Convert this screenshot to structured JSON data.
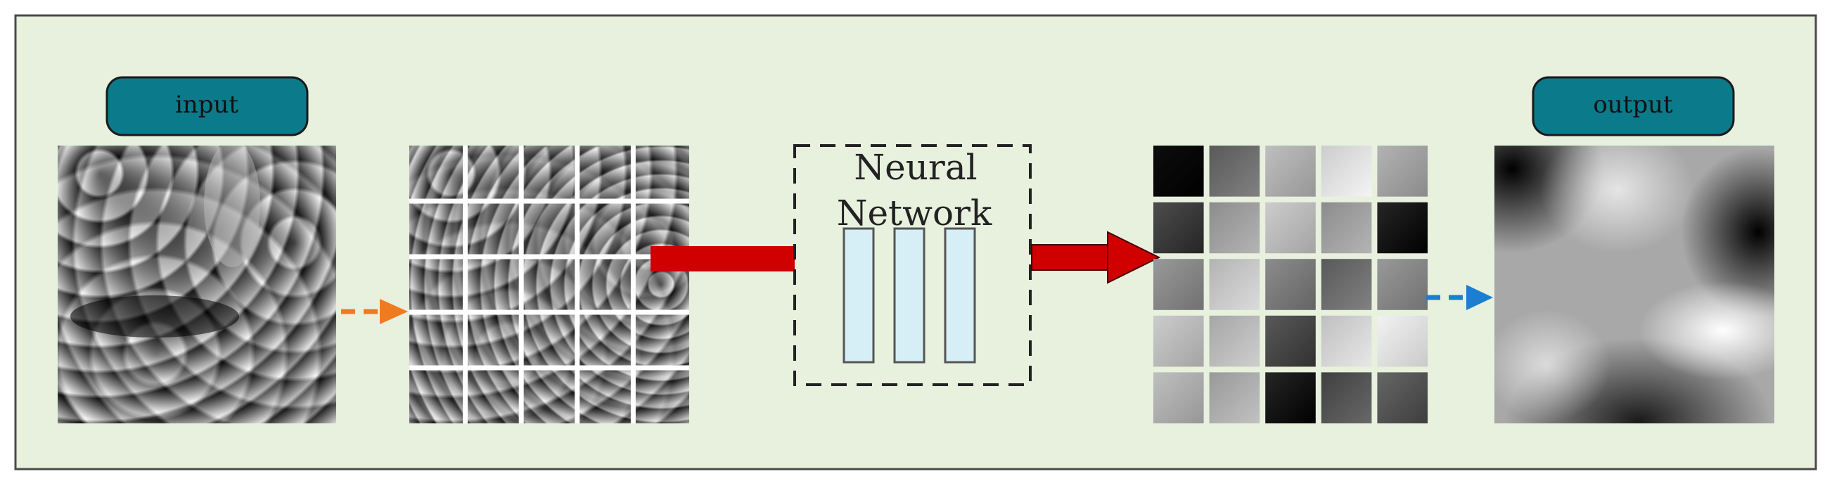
{
  "labels": {
    "input": "input",
    "output": "output",
    "network_line1": "Neural",
    "network_line2": "Network"
  },
  "colors": {
    "panel_bg": "#e8f0de",
    "panel_border": "#4a4a4a",
    "pill_fill": "#0b7a8a",
    "pill_border": "#1a1a1a",
    "orange_arrow": "#f07a1f",
    "blue_arrow": "#1a7fd0",
    "red_arrow": "#d00000",
    "nn_bar_fill": "#d6eef6",
    "nn_bar_stroke": "#555555"
  },
  "grid": {
    "rows": 5,
    "cols": 5
  },
  "output_cell_shades": [
    [
      0.05,
      0.35,
      0.75,
      0.8,
      0.7
    ],
    [
      0.3,
      0.55,
      0.8,
      0.55,
      0.15
    ],
    [
      0.6,
      0.7,
      0.55,
      0.35,
      0.6
    ],
    [
      0.8,
      0.65,
      0.35,
      0.75,
      0.95
    ],
    [
      0.75,
      0.6,
      0.15,
      0.25,
      0.4
    ]
  ]
}
